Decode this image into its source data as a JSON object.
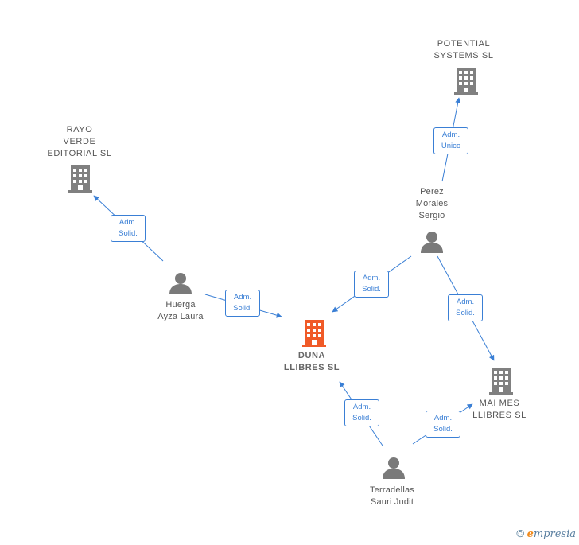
{
  "colors": {
    "edge": "#3a7fd5",
    "company_icon": "#808080",
    "focal_icon": "#f05a28",
    "person_icon": "#7a7a7a"
  },
  "nodes": {
    "duna": {
      "line1": "DUNA",
      "line2": "LLIBRES  SL"
    },
    "potential": {
      "line1": "POTENTIAL",
      "line2": "SYSTEMS  SL"
    },
    "rayo": {
      "line1": "RAYO",
      "line2": "VERDE",
      "line3": "EDITORIAL SL"
    },
    "maimes": {
      "line1": "MAI MES",
      "line2": "LLIBRES  SL"
    },
    "perez": {
      "line1": "Perez",
      "line2": "Morales",
      "line3": "Sergio"
    },
    "huerga": {
      "line1": "Huerga",
      "line2": "Ayza Laura"
    },
    "terradellas": {
      "line1": "Terradellas",
      "line2": "Sauri Judit"
    }
  },
  "edges": {
    "huerga_rayo": {
      "line1": "Adm.",
      "line2": "Solid."
    },
    "huerga_duna": {
      "line1": "Adm.",
      "line2": "Solid."
    },
    "perez_potential": {
      "line1": "Adm.",
      "line2": "Unico"
    },
    "perez_duna": {
      "line1": "Adm.",
      "line2": "Solid."
    },
    "perez_maimes": {
      "line1": "Adm.",
      "line2": "Solid."
    },
    "terradellas_duna": {
      "line1": "Adm.",
      "line2": "Solid."
    },
    "terradellas_maimes": {
      "line1": "Adm.",
      "line2": "Solid."
    }
  },
  "footer": {
    "copyright": "©",
    "brand_initial": "e",
    "brand_rest": "mpresia"
  }
}
